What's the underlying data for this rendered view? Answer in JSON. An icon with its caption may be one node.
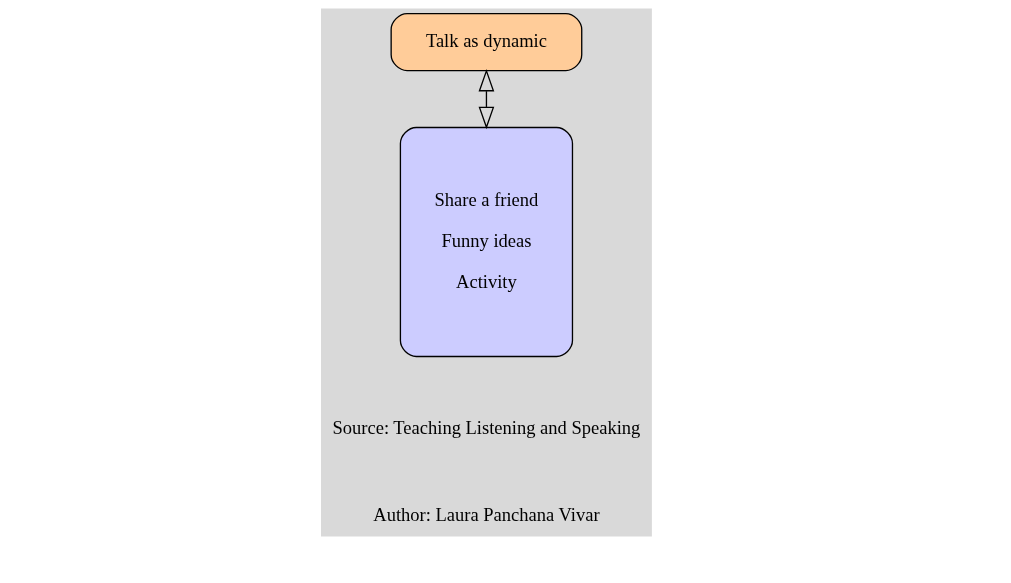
{
  "diagram": {
    "nodes": [
      {
        "text": [
          "Talk as dynamic"
        ]
      },
      {
        "text": [
          "Share a friend",
          "Funny ideas",
          "Activity"
        ]
      }
    ],
    "edges": [
      {
        "from": 0,
        "to": 1,
        "arrow": "both"
      }
    ],
    "labels": [
      "Source: Teaching Listening and Speaking",
      "Author: Laura Panchana Vivar"
    ]
  }
}
